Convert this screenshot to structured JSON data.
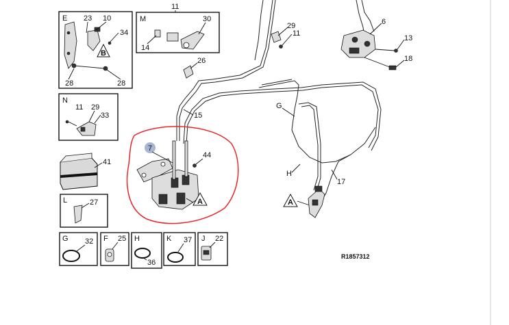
{
  "labels": {
    "top_11": "11",
    "box_e_letter": "E",
    "box_e_23": "23",
    "box_e_10": "10",
    "box_e_34": "34",
    "box_e_b": "B",
    "box_e_28a": "28",
    "box_e_28b": "28",
    "box_m_letter": "M",
    "box_m_30": "30",
    "box_m_14": "14",
    "box_n_letter": "N",
    "box_n_11": "11",
    "box_n_29": "29",
    "box_n_33": "33",
    "box_41": "41",
    "box_l_letter": "L",
    "box_l_27": "27",
    "box_g_letter": "G",
    "box_g_32": "32",
    "box_f_letter": "F",
    "box_f_25": "25",
    "box_h_letter": "H",
    "box_h_36": "36",
    "box_k_letter": "K",
    "box_k_37": "37",
    "box_j_letter": "J",
    "box_j_22": "22",
    "main_29": "29",
    "main_11": "11",
    "main_6": "6",
    "main_13": "13",
    "main_18": "18",
    "main_26": "26",
    "main_15": "15",
    "main_g": "G",
    "main_7": "7",
    "main_44": "44",
    "main_a1": "A",
    "main_h": "H",
    "main_17": "17",
    "main_a2": "A"
  },
  "reference": "R1857312",
  "colors": {
    "highlight_circle": "#e8262a",
    "callout_7_badge": "#a9b5cf",
    "line": "#111111"
  }
}
